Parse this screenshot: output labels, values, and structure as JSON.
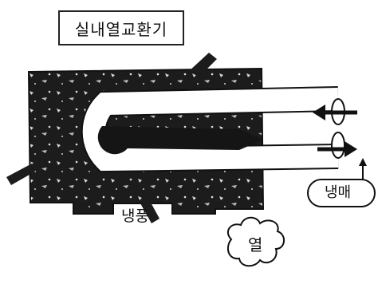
{
  "title": "실내열교환기",
  "labels": {
    "cold_air": "냉풍",
    "refrigerant": "냉매",
    "heat": "열"
  },
  "colors": {
    "ink": "#111111",
    "body_fill": "#1c1c1c",
    "background": "#ffffff"
  }
}
